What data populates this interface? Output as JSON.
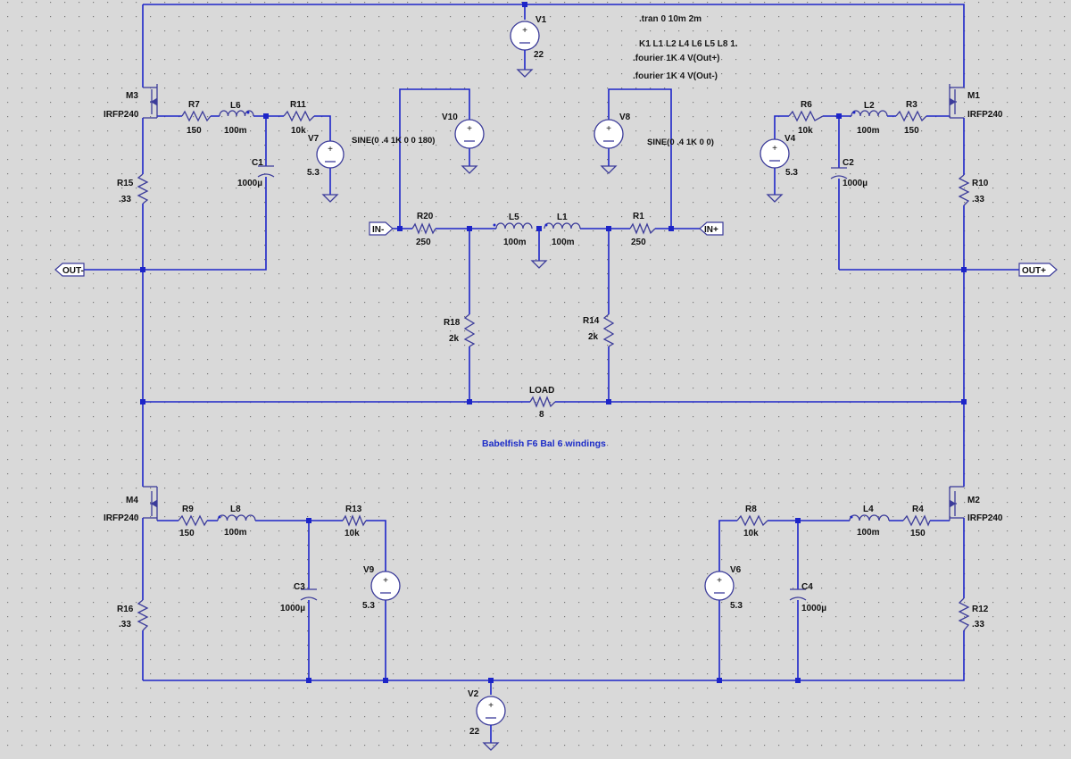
{
  "title": "Babelfish F6 Bal 6 windings",
  "directives": [
    ".tran 0 10m 2m",
    "K1 L1 L2 L4 L6 L5 L8 1.",
    ".fourier 1K 4 V(Out+)",
    ".fourier 1K 4 V(Out-)"
  ],
  "ports": {
    "out_minus": "OUT-",
    "out_plus": "OUT+",
    "in_minus": "IN-",
    "in_plus": "IN+"
  },
  "supplies": {
    "v1": {
      "name": "V1",
      "value": "22"
    },
    "v2": {
      "name": "V2",
      "value": "22"
    },
    "v4": {
      "name": "V4",
      "value": "5.3"
    },
    "v6": {
      "name": "V6",
      "value": "5.3"
    },
    "v7": {
      "name": "V7",
      "value": "5.3"
    },
    "v9": {
      "name": "V9",
      "value": "5.3"
    },
    "v8": {
      "name": "V8",
      "value": "SINE(0 .4 1K 0 0)"
    },
    "v10": {
      "name": "V10",
      "value": "SINE(0 .4 1K 0 0 180)"
    }
  },
  "mosfets": {
    "m1": {
      "name": "M1",
      "model": "IRFP240"
    },
    "m2": {
      "name": "M2",
      "model": "IRFP240"
    },
    "m3": {
      "name": "M3",
      "model": "IRFP240"
    },
    "m4": {
      "name": "M4",
      "model": "IRFP240"
    }
  },
  "resistors": {
    "r1": {
      "name": "R1",
      "value": "250"
    },
    "r3": {
      "name": "R3",
      "value": "150"
    },
    "r4": {
      "name": "R4",
      "value": "150"
    },
    "r6": {
      "name": "R6",
      "value": "10k"
    },
    "r7": {
      "name": "R7",
      "value": "150"
    },
    "r8": {
      "name": "R8",
      "value": "10k"
    },
    "r9": {
      "name": "R9",
      "value": "150"
    },
    "r10": {
      "name": "R10",
      "value": ".33"
    },
    "r11": {
      "name": "R11",
      "value": "10k"
    },
    "r12": {
      "name": "R12",
      "value": ".33"
    },
    "r13": {
      "name": "R13",
      "value": "10k"
    },
    "r14": {
      "name": "R14",
      "value": "2k"
    },
    "r15": {
      "name": "R15",
      "value": ".33"
    },
    "r16": {
      "name": "R16",
      "value": ".33"
    },
    "r18": {
      "name": "R18",
      "value": "2k"
    },
    "r20": {
      "name": "R20",
      "value": "250"
    },
    "load": {
      "name": "LOAD",
      "value": "8"
    }
  },
  "inductors": {
    "l1": {
      "name": "L1",
      "value": "100m"
    },
    "l2": {
      "name": "L2",
      "value": "100m"
    },
    "l4": {
      "name": "L4",
      "value": "100m"
    },
    "l5": {
      "name": "L5",
      "value": "100m"
    },
    "l6": {
      "name": "L6",
      "value": "100m"
    },
    "l8": {
      "name": "L8",
      "value": "100m"
    }
  },
  "capacitors": {
    "c1": {
      "name": "C1",
      "value": "1000µ"
    },
    "c2": {
      "name": "C2",
      "value": "1000µ"
    },
    "c3": {
      "name": "C3",
      "value": "1000µ"
    },
    "c4": {
      "name": "C4",
      "value": "1000µ"
    }
  },
  "colors": {
    "background": "#d9d9d9",
    "wire": "#1d25c8",
    "component": "#3c3c9a",
    "title": "#1c2cc8",
    "grid_dot": "#7a7a7a"
  }
}
